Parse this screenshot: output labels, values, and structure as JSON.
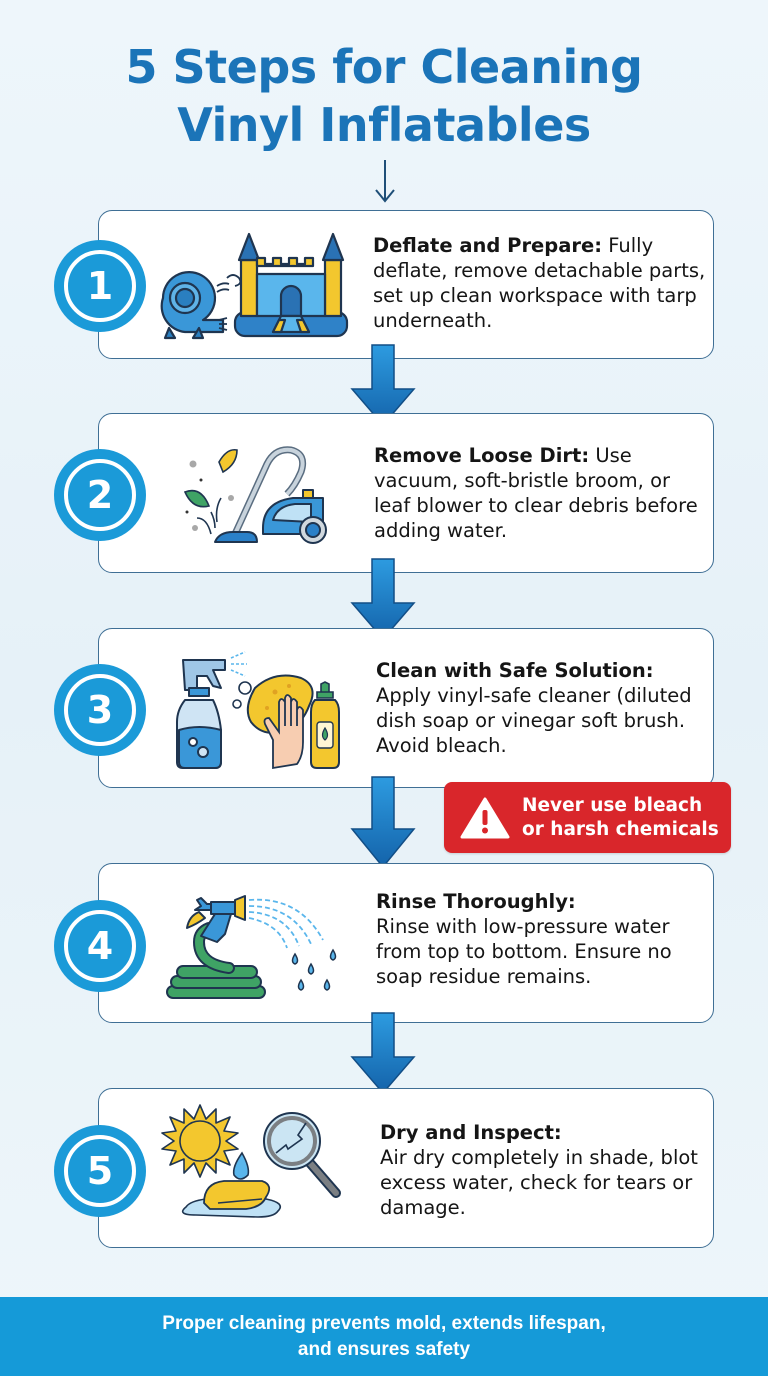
{
  "header": {
    "title_line1": "5 Steps for Cleaning",
    "title_line2": "Vinyl Inflatables",
    "arrow_icon": "thin-down-arrow"
  },
  "colors": {
    "title_blue": "#1b74b8",
    "badge_blue": "#1b9ad8",
    "arrow_blue": "#1a78c2",
    "card_border": "#3f6f95",
    "warning_red": "#d9262b",
    "footer_blue": "#159ad8"
  },
  "steps": [
    {
      "number": "1",
      "heading": "Deflate and Prepare:",
      "body": " Fully deflate, remove detachable parts, set up clean workspace with tarp underneath.",
      "illustration": "blower-and-bounce-castle"
    },
    {
      "number": "2",
      "heading": "Remove Loose Dirt:",
      "body": " Use vacuum, soft-bristle broom, or leaf blower to clear debris before adding water.",
      "illustration": "vacuum-cleaner-with-leaves"
    },
    {
      "number": "3",
      "heading": "Clean with Safe Solution:",
      "body": "Apply vinyl-safe cleaner (diluted dish soap or vinegar soft brush. Avoid bleach.",
      "illustration": "spray-bottle-sponge-dish-soap"
    },
    {
      "number": "4",
      "heading": "Rinse Thoroughly:",
      "body": "Rinse with low-pressure water from top to bottom. Ensure no soap residue remains.",
      "illustration": "garden-hose-spray"
    },
    {
      "number": "5",
      "heading": "Dry and Inspect:",
      "body": "Air dry completely in shade, blot excess water, check for tears or damage.",
      "illustration": "sun-towel-magnifier"
    }
  ],
  "warning": {
    "icon": "warning-triangle",
    "line1": "Never use bleach",
    "line2": "or harsh chemicals"
  },
  "footer": {
    "line1": "Proper cleaning prevents mold, extends lifespan,",
    "line2": "and ensures safety"
  }
}
